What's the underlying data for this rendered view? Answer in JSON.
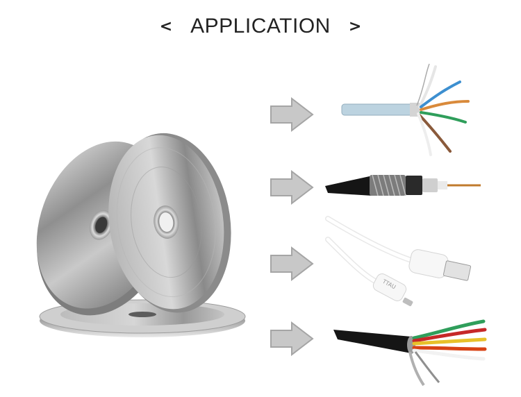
{
  "header": {
    "title": "APPLICATION",
    "prev_icon": "chevron-left-icon",
    "next_icon": "chevron-right-icon",
    "prev_glyph": "<",
    "next_glyph": ">"
  },
  "images": {
    "product": "aluminum-foil-tape-reels",
    "applications": [
      "network-lan-cable",
      "coaxial-cable",
      "usb-cable",
      "multi-core-shielded-cable"
    ]
  },
  "usb_plug_text": "TTAU"
}
